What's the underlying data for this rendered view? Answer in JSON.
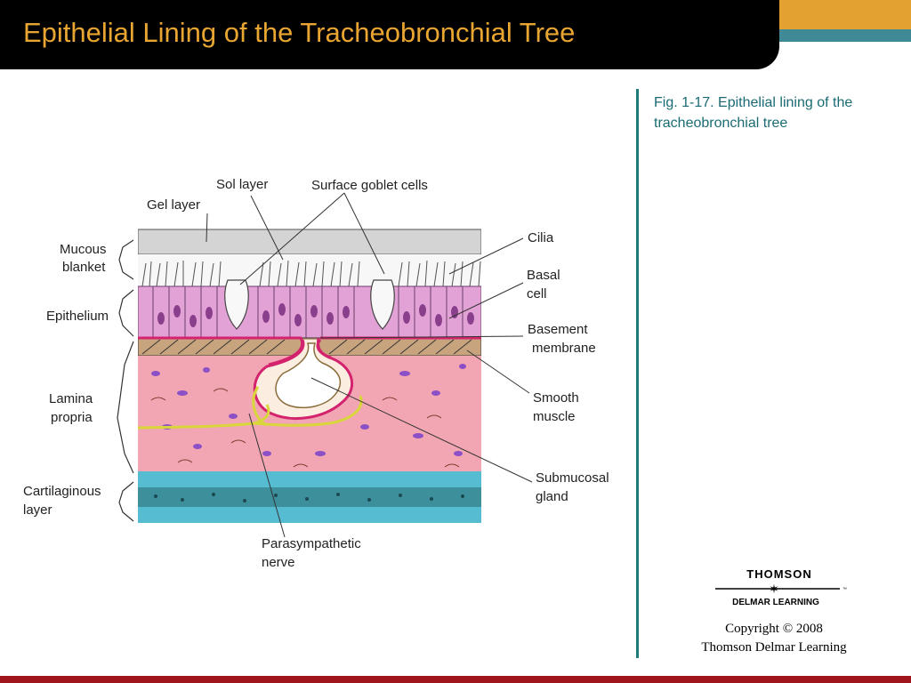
{
  "slide": {
    "title": "Epithelial Lining of the Tracheobronchial Tree",
    "caption": "Fig. 1-17. Epithelial lining of the tracheobronchial tree",
    "copyright_line1": "Copyright © 2008",
    "copyright_line2": "Thomson Delmar Learning"
  },
  "logo": {
    "name_top": "THOMSON",
    "name_bottom": "DELMAR LEARNING",
    "tm": "™"
  },
  "diagram": {
    "labels": {
      "sol_layer": "Sol layer",
      "surface_goblet_cells": "Surface goblet cells",
      "gel_layer": "Gel layer",
      "mucous_1": "Mucous",
      "mucous_2": "blanket",
      "epithelium": "Epithelium",
      "lamina_1": "Lamina",
      "lamina_2": "propria",
      "cart_1": "Cartilaginous",
      "cart_2": "layer",
      "cilia": "Cilia",
      "basal_1": "Basal",
      "basal_2": "cell",
      "basement_1": "Basement",
      "basement_2": "membrane",
      "smooth_1": "Smooth",
      "smooth_2": "muscle",
      "submucosal_1": "Submucosal",
      "submucosal_2": "gland",
      "para_1": "Parasympathetic",
      "para_2": "nerve"
    }
  },
  "colors": {
    "title_bg": "#000000",
    "title_text": "#e8a531",
    "accent_orange": "#e3a12f",
    "accent_teal": "#3f8a96",
    "divider": "#1d7b7a",
    "caption_text": "#1a6b73",
    "bottom_bar": "#a0141b",
    "epithelium_pink": "#e3a2d6",
    "lamina_pink": "#f2a5b3",
    "cartilage_blue": "#55bcd2",
    "nerve_yellow": "#d8d63a",
    "membrane_magenta": "#d4236e"
  }
}
